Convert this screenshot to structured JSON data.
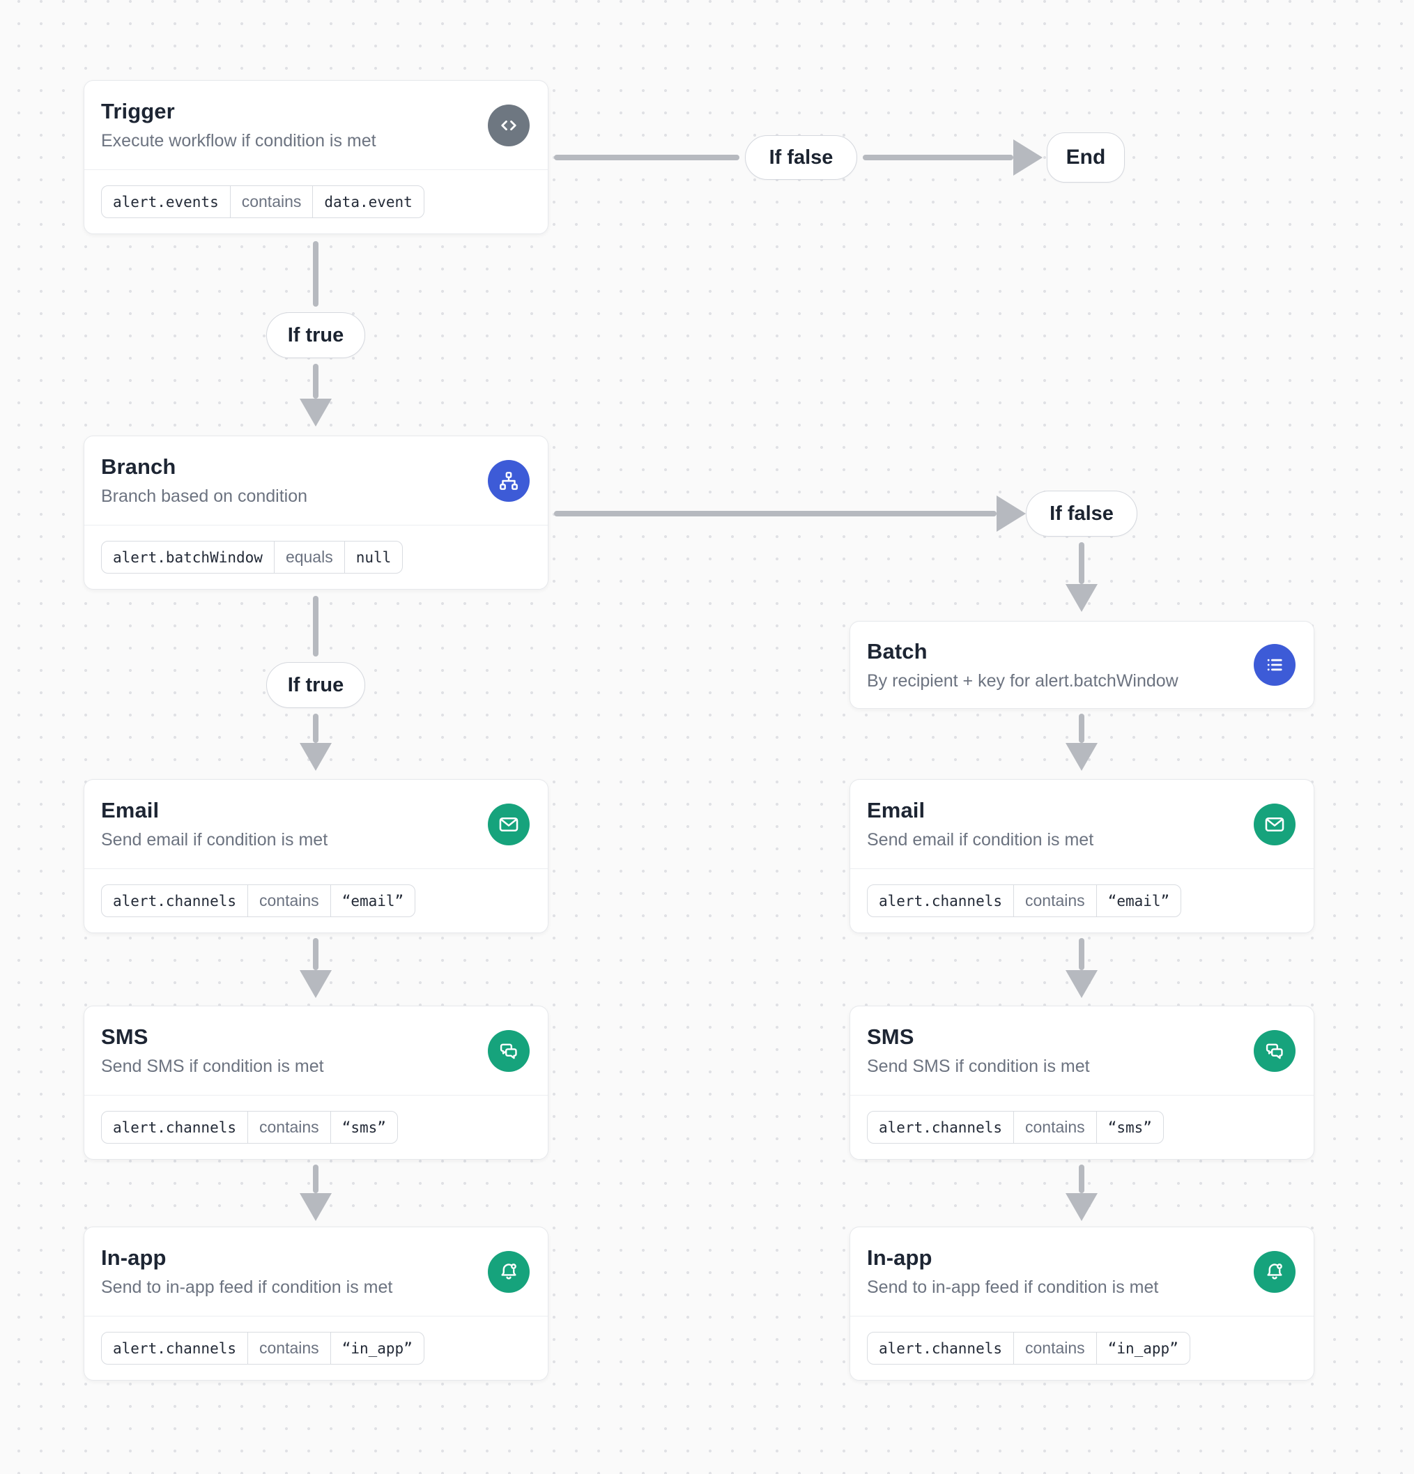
{
  "colors": {
    "canvas_background": "#fafafa",
    "dot_grid": "#e0e1e5",
    "connector_gray": "#b6b9bf",
    "accent_gray": "#6e7781",
    "accent_blue": "#3d5bd7",
    "accent_green": "#16a37c",
    "card_border": "#e7e9ec"
  },
  "nodes": {
    "trigger": {
      "title": "Trigger",
      "subtitle": "Execute workflow if condition is met",
      "icon": "code-icon",
      "condition": {
        "field": "alert.events",
        "operator": "contains",
        "value": "data.event"
      }
    },
    "branch": {
      "title": "Branch",
      "subtitle": "Branch based on condition",
      "icon": "branch-icon",
      "condition": {
        "field": "alert.batchWindow",
        "operator": "equals",
        "value": "null"
      }
    },
    "batch": {
      "title": "Batch",
      "subtitle": "By recipient + key for alert.batchWindow",
      "icon": "list-icon"
    },
    "email_left": {
      "title": "Email",
      "subtitle": "Send email if condition is met",
      "icon": "email-icon",
      "condition": {
        "field": "alert.channels",
        "operator": "contains",
        "value": "“email”"
      }
    },
    "sms_left": {
      "title": "SMS",
      "subtitle": "Send SMS if condition is met",
      "icon": "chat-icon",
      "condition": {
        "field": "alert.channels",
        "operator": "contains",
        "value": "“sms”"
      }
    },
    "inapp_left": {
      "title": "In-app",
      "subtitle": "Send to in-app feed if condition is met",
      "icon": "bell-icon",
      "condition": {
        "field": "alert.channels",
        "operator": "contains",
        "value": "“in_app”"
      }
    },
    "email_right": {
      "title": "Email",
      "subtitle": "Send email if condition is met",
      "icon": "email-icon",
      "condition": {
        "field": "alert.channels",
        "operator": "contains",
        "value": "“email”"
      }
    },
    "sms_right": {
      "title": "SMS",
      "subtitle": "Send SMS if condition is met",
      "icon": "chat-icon",
      "condition": {
        "field": "alert.channels",
        "operator": "contains",
        "value": "“sms”"
      }
    },
    "inapp_right": {
      "title": "In-app",
      "subtitle": "Send to in-app feed if condition is met",
      "icon": "bell-icon",
      "condition": {
        "field": "alert.channels",
        "operator": "contains",
        "value": "“in_app”"
      }
    }
  },
  "edge_labels": {
    "if_false_top": "If false",
    "end": "End",
    "if_true_1": "If true",
    "if_false_right": "If false",
    "if_true_2": "If true"
  }
}
